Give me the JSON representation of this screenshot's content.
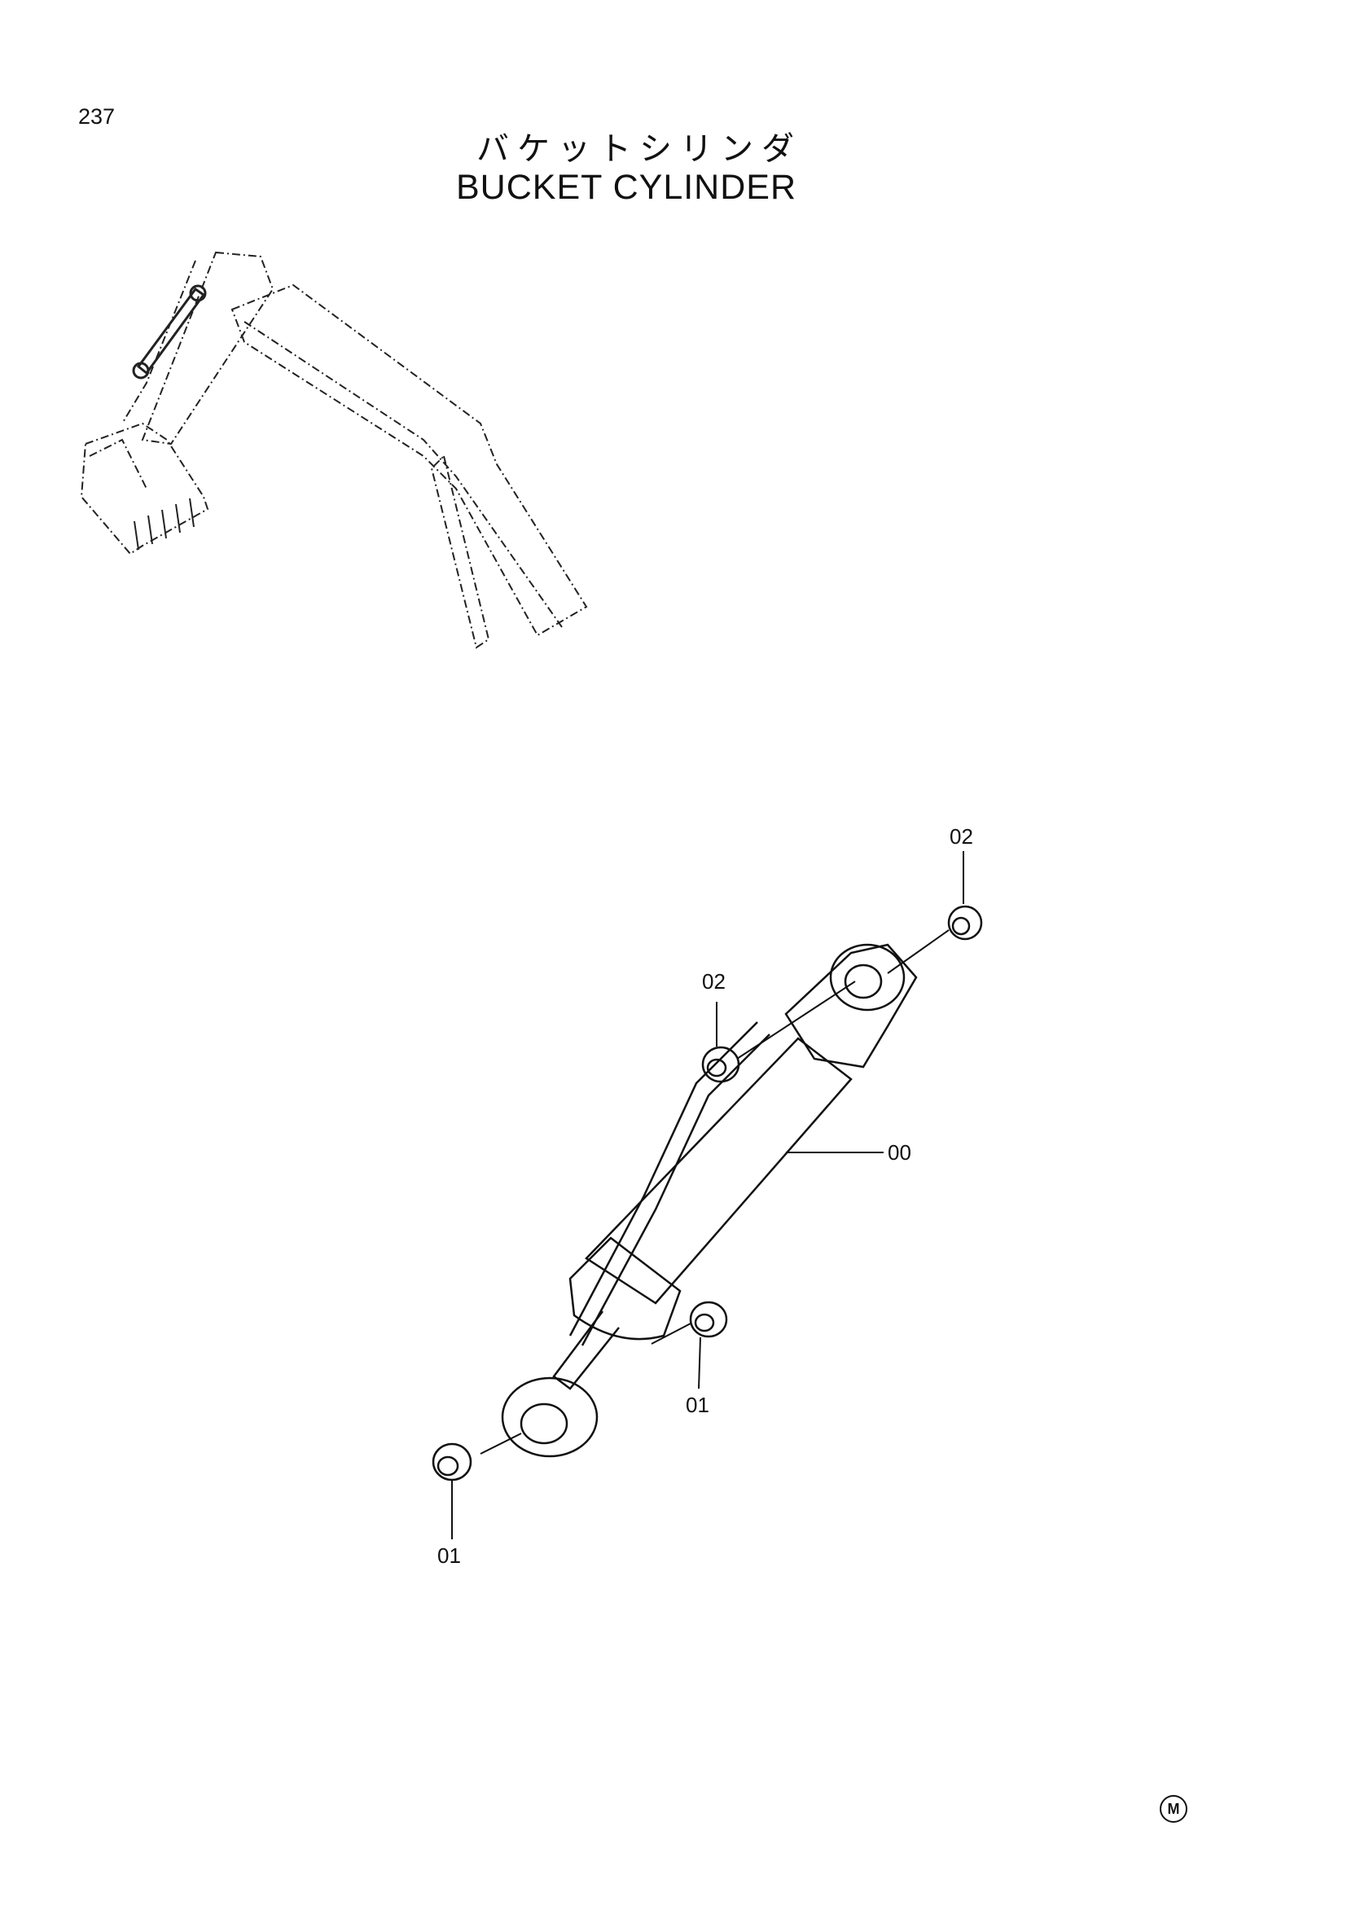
{
  "page_number": "237",
  "title_jp": "バケットシリンダ",
  "title_en": "BUCKET CYLINDER",
  "callouts": {
    "top_right": "02",
    "top_left": "02",
    "body": "00",
    "bottom_right": "01",
    "bottom_left": "01"
  },
  "mark": "M",
  "colors": {
    "ink": "#111111",
    "background": "#ffffff"
  }
}
